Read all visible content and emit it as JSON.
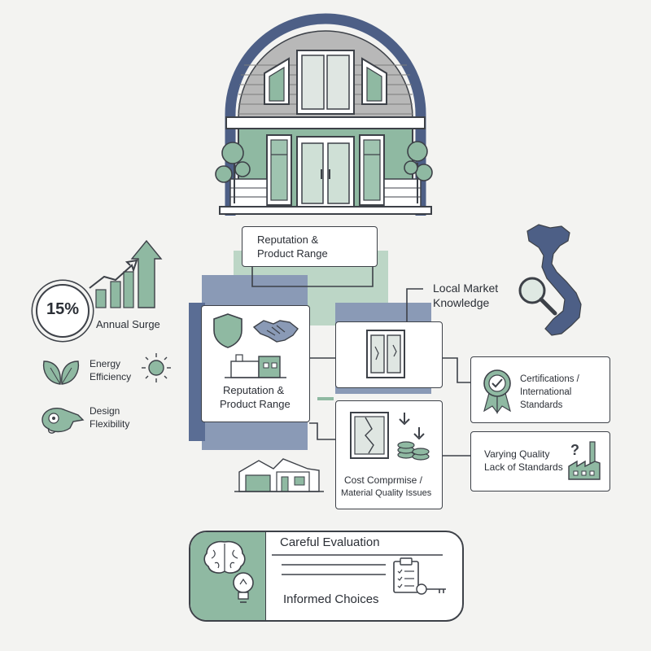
{
  "colors": {
    "green": "#8fb9a2",
    "green_dark": "#5f8f78",
    "blue": "#5a6d94",
    "blue_dark": "#465a82",
    "slate": "#3d4148"
  },
  "top_card": {
    "line1": "Reputation &",
    "line2": "Product Range"
  },
  "local_market": {
    "line1": "Local Market",
    "line2": "Knowledge"
  },
  "reputation_card": {
    "line1": "Reputation &",
    "line2": "Product Range"
  },
  "cost_card": {
    "line1": "Cost Comprmise /",
    "line2": "Material Quality Issues"
  },
  "certifications_card": {
    "line1": "Certifications /",
    "line2": "International",
    "line3": "Standards"
  },
  "quality_card": {
    "line1": "Varying Quality",
    "line2": "Lack of Standards"
  },
  "left_panel": {
    "stat_value": "15%",
    "stat_label": "Annual Surge",
    "energy_line1": "Energy",
    "energy_line2": "Efficiency",
    "design_line1": "Design",
    "design_line2": "Flexibility"
  },
  "bottom_card": {
    "title": "Careful Evaluation",
    "subtitle": "Informed Choices"
  },
  "icons": [
    "house-icon",
    "tree-icon",
    "bar-chart-icon",
    "leaf-icon",
    "sun-icon",
    "chameleon-icon",
    "vietnam-map-icon",
    "magnifier-icon",
    "shield-icon",
    "handshake-icon",
    "building-icon",
    "window-icon",
    "cracked-window-icon",
    "coins-icon",
    "award-ribbon-icon",
    "factory-icon",
    "brain-icon",
    "lightbulb-icon",
    "clipboard-icon",
    "key-icon"
  ]
}
